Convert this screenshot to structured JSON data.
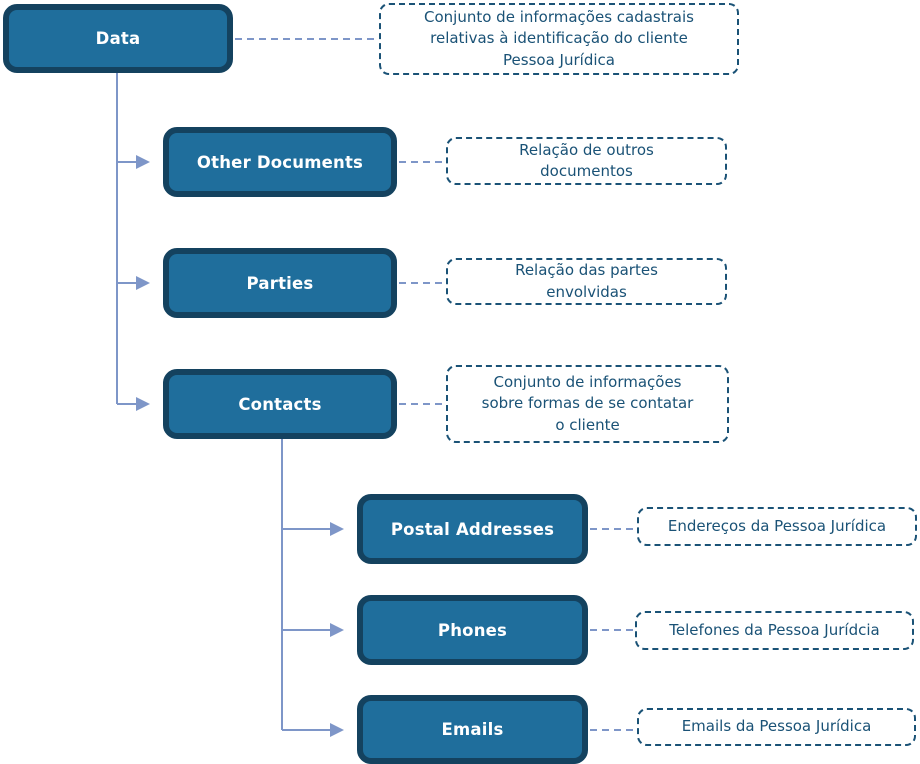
{
  "diagram": {
    "type": "hierarchy-tree",
    "colors": {
      "node_fill": "#1f6e9c",
      "node_border": "#14425f",
      "node_text": "#ffffff",
      "connector": "#7e96c8",
      "annotation_border": "#1a5276",
      "annotation_text": "#1a5276",
      "background": "#ffffff"
    },
    "nodes": [
      {
        "id": "data",
        "label": "Data",
        "parent": null,
        "annotation": "Conjunto de informações cadastrais relativas à identificação do cliente Pessoa Jurídica",
        "annotation_lines": [
          "Conjunto de informações cadastrais",
          "relativas à identificação do cliente",
          "Pessoa Jurídica"
        ]
      },
      {
        "id": "other-documents",
        "label": "Other Documents",
        "parent": "data",
        "annotation": "Relação de outros documentos",
        "annotation_lines": [
          "Relação de outros",
          "documentos"
        ]
      },
      {
        "id": "parties",
        "label": "Parties",
        "parent": "data",
        "annotation": "Relação das partes envolvidas",
        "annotation_lines": [
          "Relação das partes",
          "envolvidas"
        ]
      },
      {
        "id": "contacts",
        "label": "Contacts",
        "parent": "data",
        "annotation": "Conjunto de informações sobre formas de se contatar o cliente",
        "annotation_lines": [
          "Conjunto de informações",
          "sobre formas de se contatar",
          "o cliente"
        ]
      },
      {
        "id": "postal-addresses",
        "label": "Postal Addresses",
        "parent": "contacts",
        "annotation": "Endereços da Pessoa Jurídica",
        "annotation_lines": [
          "Endereços da Pessoa Jurídica"
        ]
      },
      {
        "id": "phones",
        "label": "Phones",
        "parent": "contacts",
        "annotation": "Telefones da Pessoa Jurídcia",
        "annotation_lines": [
          "Telefones da Pessoa Jurídcia"
        ]
      },
      {
        "id": "emails",
        "label": "Emails",
        "parent": "contacts",
        "annotation": "Emails da Pessoa Jurídica",
        "annotation_lines": [
          "Emails da Pessoa Jurídica"
        ]
      }
    ]
  }
}
